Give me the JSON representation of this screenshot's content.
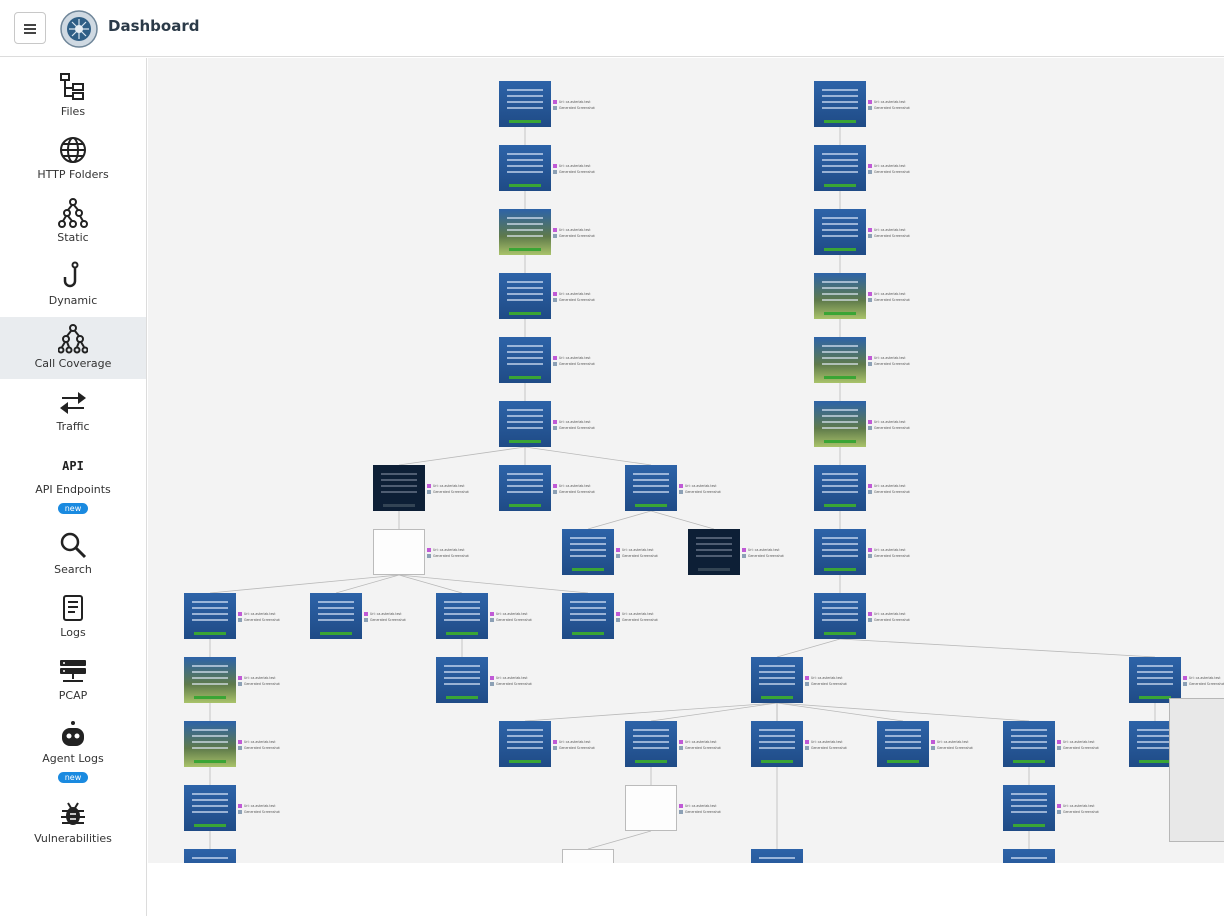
{
  "header": {
    "title": "Dashboard"
  },
  "sidebar": {
    "items": [
      {
        "label": "Files",
        "icon": "files-tree-icon"
      },
      {
        "label": "HTTP Folders",
        "icon": "globe-icon"
      },
      {
        "label": "Static",
        "icon": "static-graph-icon"
      },
      {
        "label": "Dynamic",
        "icon": "hook-icon"
      },
      {
        "label": "Call Coverage",
        "icon": "call-tree-icon",
        "active": true
      },
      {
        "label": "Traffic",
        "icon": "swap-arrows-icon"
      },
      {
        "label": "API Endpoints",
        "icon": "api-icon",
        "badge": "new"
      },
      {
        "label": "Search",
        "icon": "search-icon"
      },
      {
        "label": "Logs",
        "icon": "logs-icon"
      },
      {
        "label": "PCAP",
        "icon": "pcap-icon"
      },
      {
        "label": "Agent Logs",
        "icon": "robot-icon",
        "badge": "new"
      },
      {
        "label": "Vulnerabilities",
        "icon": "bug-icon"
      }
    ]
  },
  "graph": {
    "node_label_url": "Url: ca.asterlab.test",
    "node_label_desc": "Generated Screenshot"
  },
  "colors": {
    "accent": "#1a8ae0",
    "canvas": "#f3f3f3",
    "active_nav": "#e9ecef"
  }
}
